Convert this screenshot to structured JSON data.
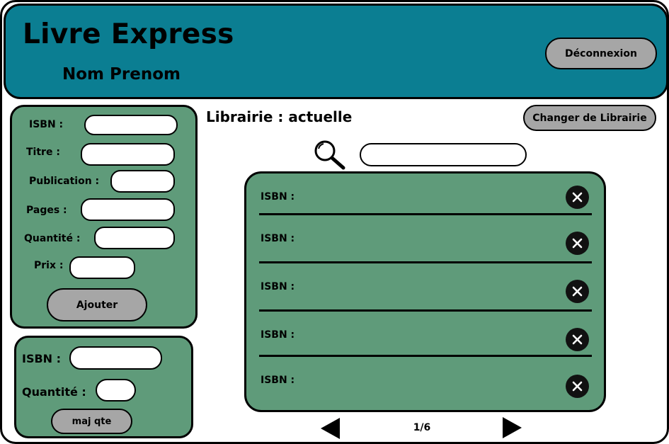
{
  "header": {
    "app_title": "Livre Express",
    "user_name": "Nom Prenom",
    "logout_label": "Déconnexion",
    "bg_color": "#0b7e92"
  },
  "add_form": {
    "fields": [
      {
        "label": "ISBN :",
        "value": ""
      },
      {
        "label": "Titre :",
        "value": ""
      },
      {
        "label": "Publication :",
        "value": ""
      },
      {
        "label": "Pages :",
        "value": ""
      },
      {
        "label": "Quantité :",
        "value": ""
      },
      {
        "label": "Prix :",
        "value": ""
      }
    ],
    "submit_label": "Ajouter",
    "panel_color": "#5f9b7a"
  },
  "update_form": {
    "fields": [
      {
        "label": "ISBN :",
        "value": ""
      },
      {
        "label": "Quantité :",
        "value": ""
      }
    ],
    "submit_label": "maj qte"
  },
  "main": {
    "store_title": "Librairie : actuelle",
    "change_store_label": "Changer de Librairie",
    "search": {
      "value": "",
      "icon": "search-icon"
    },
    "books": [
      {
        "label": "ISBN :"
      },
      {
        "label": "ISBN :"
      },
      {
        "label": "ISBN :"
      },
      {
        "label": "ISBN :"
      },
      {
        "label": "ISBN :"
      }
    ],
    "pagination": {
      "indicator": "1/6"
    }
  }
}
